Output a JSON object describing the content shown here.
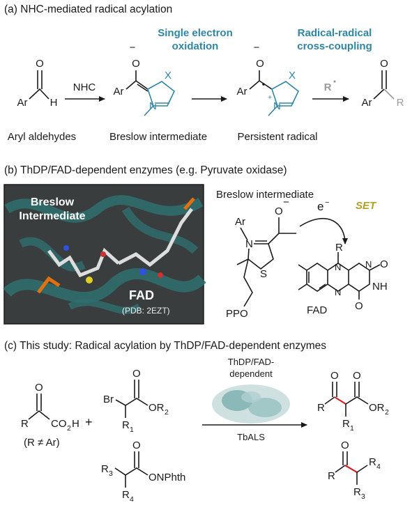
{
  "panel_a": {
    "heading": "(a)  NHC-mediated radical acylation",
    "step1_label": "Single electron",
    "step1_label2": "oxidation",
    "step2_label": "Radical-radical",
    "step2_label2": "cross-coupling",
    "reagent1": "NHC",
    "reagent2": "R",
    "caption_aldehyde": "Aryl aldehydes",
    "caption_breslow": "Breslow intermediate",
    "caption_radical": "Persistent radical",
    "atom_ar": "Ar",
    "atom_h": "H",
    "atom_o": "O",
    "atom_x": "X",
    "atom_n": "N",
    "atom_r": "R",
    "charge_minus": "−",
    "charge_plus": "+"
  },
  "panel_b": {
    "heading": "(b)  ThDP/FAD-dependent enzymes (e.g. Pyruvate oxidase)",
    "photo_label1": "Breslow",
    "photo_label2": "Intermediate",
    "photo_fad": "FAD",
    "photo_pdb": "(PDB: 2EZT)",
    "breslow_title": "Breslow intermediate",
    "electron": "e",
    "set": "SET",
    "fad": "FAD",
    "atom_ar": "Ar",
    "atom_o": "O",
    "atom_n": "N",
    "atom_s": "S",
    "atom_r": "R",
    "atom_nh": "NH",
    "atom_ppo": "PPO",
    "charge_minus": "−"
  },
  "panel_c": {
    "heading": "(c)  This study: Radical acylation by ThDP/FAD-dependent enzymes",
    "enzyme_top1": "ThDP/FAD-",
    "enzyme_top2": "dependent",
    "enzyme_name": "TbALS",
    "condition": "(R ≠ Ar)",
    "plus": "+",
    "atom_r": "R",
    "atom_o": "O",
    "atom_co2h": "CO",
    "atom_h": "H",
    "atom_br": "Br",
    "atom_or": "OR",
    "atom_onphth": "ONPhth",
    "sub_1": "1",
    "sub_2": "2",
    "sub_3": "3",
    "sub_4": "4"
  },
  "colors": {
    "accent_blue": "#2e86a6",
    "set_gold": "#b5a020",
    "new_bond_red": "#d42020",
    "protein_teal": "#2f6e6e"
  }
}
